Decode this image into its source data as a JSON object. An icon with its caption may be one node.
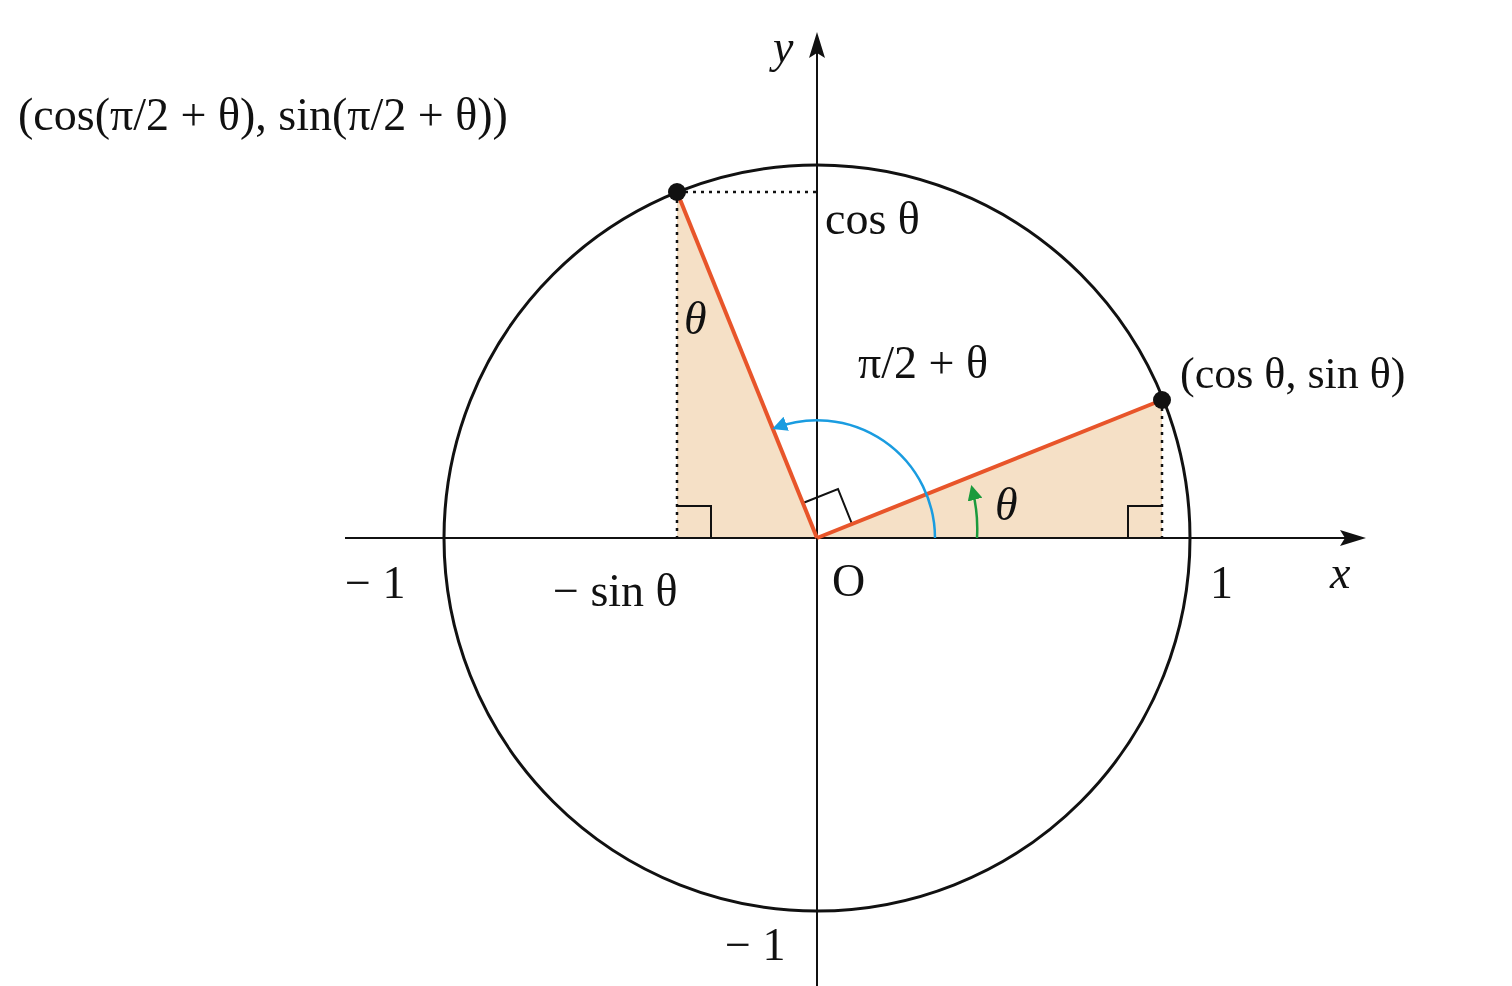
{
  "diagram": {
    "labels": [
      "(cos(π/2 + θ), sin(π/2 + θ))",
      "cos θ",
      "θ",
      "π/2 + θ",
      "(cos θ, sin θ)",
      "θ",
      "− 1",
      "− sin θ",
      "O",
      "1",
      "x",
      "y",
      "− 1"
    ]
  }
}
